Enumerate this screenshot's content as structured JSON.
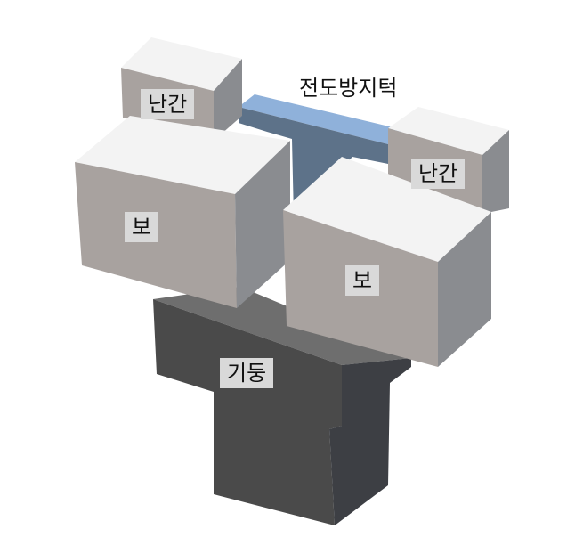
{
  "diagram": {
    "labels": {
      "railing_left": "난간",
      "railing_right": "난간",
      "beam_left": "보",
      "beam_right": "보",
      "column": "기둥",
      "derail_stopper": "전도방지턱"
    },
    "colors": {
      "top_face": "#f3f3f3",
      "front_face": "#a8a29f",
      "side_face": "#8a8c90",
      "column_top": "#6e6e6e",
      "column_front": "#4a4a4a",
      "column_side": "#3f4146",
      "stopper_top": "#8fb1da",
      "stopper_front": "#5d7289",
      "label_bg": "#d9d9d9"
    }
  }
}
